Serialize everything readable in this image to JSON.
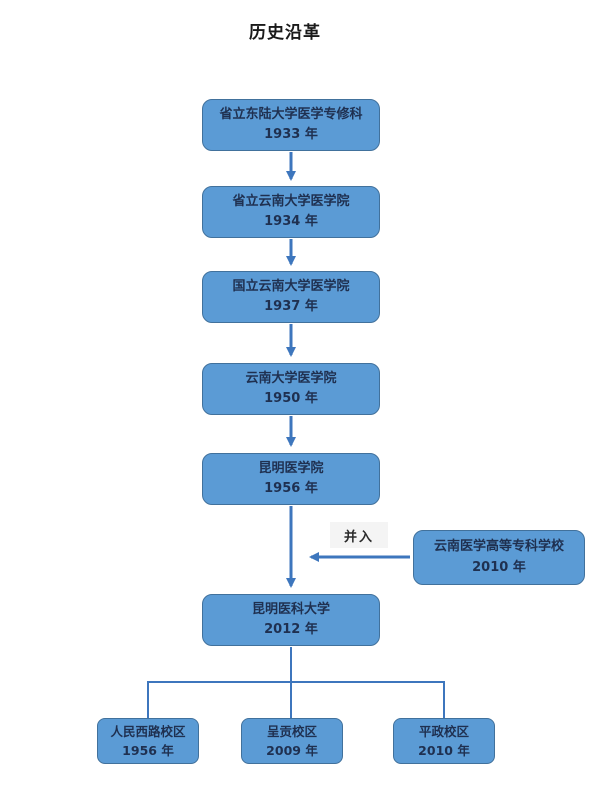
{
  "title": "历史沿革",
  "colors": {
    "box_fill": "#5B9BD5",
    "box_border": "#41719C",
    "arrow_line": "#3D76BD",
    "box_text": "#1F3050",
    "title_text": "#1A1A1A",
    "merge_label_bg": "#F4F4F4"
  },
  "chain": [
    {
      "name": "省立东陆大学医学专修科",
      "year": "1933 年"
    },
    {
      "name": "省立云南大学医学院",
      "year": "1934 年"
    },
    {
      "name": "国立云南大学医学院",
      "year": "1937 年"
    },
    {
      "name": "云南大学医学院",
      "year": "1950 年"
    },
    {
      "name": "昆明医学院",
      "year": "1956 年"
    },
    {
      "name": "昆明医科大学",
      "year": "2012 年"
    }
  ],
  "merge": {
    "label": "并入",
    "source": {
      "name": "云南医学高等专科学校",
      "year": "2010 年"
    }
  },
  "campuses": [
    {
      "name": "人民西路校区",
      "year": "1956 年"
    },
    {
      "name": "呈贡校区",
      "year": "2009 年"
    },
    {
      "name": "平政校区",
      "year": "2010 年"
    }
  ]
}
